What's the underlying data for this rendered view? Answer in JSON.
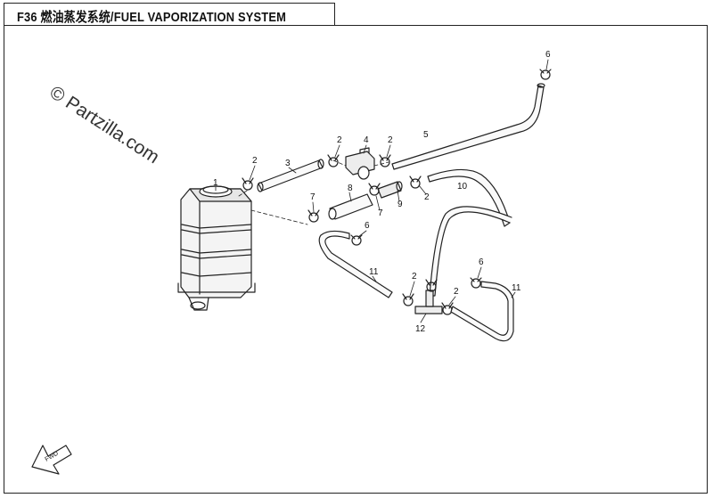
{
  "title": "F36  燃油蒸发系统/FUEL VAPORIZATION  SYSTEM",
  "watermark": "© Partzilla.com",
  "fwd_label": "FWD",
  "callouts": [
    {
      "id": "c1",
      "label": "1"
    },
    {
      "id": "c2a",
      "label": "2"
    },
    {
      "id": "c3",
      "label": "3"
    },
    {
      "id": "c2b",
      "label": "2"
    },
    {
      "id": "c4",
      "label": "4"
    },
    {
      "id": "c2c",
      "label": "2"
    },
    {
      "id": "c5",
      "label": "5"
    },
    {
      "id": "c6a",
      "label": "6"
    },
    {
      "id": "c7a",
      "label": "7"
    },
    {
      "id": "c8",
      "label": "8"
    },
    {
      "id": "c7b",
      "label": "7"
    },
    {
      "id": "c9",
      "label": "9"
    },
    {
      "id": "c2d",
      "label": "2"
    },
    {
      "id": "c10",
      "label": "10"
    },
    {
      "id": "c6b",
      "label": "6"
    },
    {
      "id": "c11a",
      "label": "11"
    },
    {
      "id": "c2e",
      "label": "2"
    },
    {
      "id": "c2f",
      "label": "2"
    },
    {
      "id": "c6c",
      "label": "6"
    },
    {
      "id": "c11b",
      "label": "11"
    },
    {
      "id": "c12",
      "label": "12"
    }
  ]
}
